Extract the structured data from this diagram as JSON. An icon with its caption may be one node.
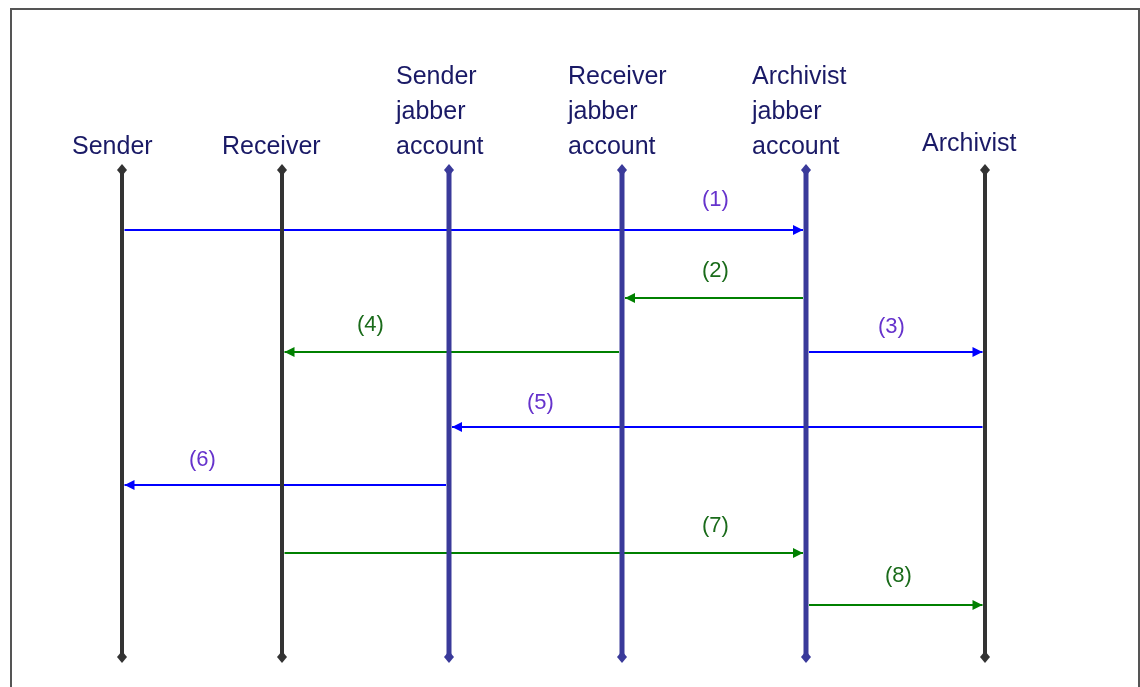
{
  "diagram": {
    "nodes": [
      {
        "text": [
          "Sender"
        ]
      },
      {
        "text": [
          "Receiver"
        ]
      },
      {
        "text": [
          "Sender jabber account"
        ]
      },
      {
        "text": [
          "Receiver jabber account"
        ]
      },
      {
        "text": [
          "Archivist jabber account"
        ]
      },
      {
        "text": [
          "Archivist"
        ]
      },
      {
        "text": [],
        "shape": "bar"
      },
      {
        "text": [],
        "shape": "bar"
      },
      {
        "text": [],
        "shape": "bar"
      },
      {
        "text": [],
        "shape": "bar"
      },
      {
        "text": [],
        "shape": "bar"
      },
      {
        "text": [],
        "shape": "bar"
      }
    ],
    "edges": [
      {
        "from": 6,
        "to": 10,
        "arrow": "to",
        "label": "(1)",
        "color": "#0000ff"
      },
      {
        "from": 10,
        "to": 9,
        "arrow": "to",
        "label": "(2)",
        "color": "#008000"
      },
      {
        "from": 10,
        "to": 11,
        "arrow": "to",
        "label": "(3)",
        "color": "#0000ff"
      },
      {
        "from": 9,
        "to": 7,
        "arrow": "to",
        "label": "(4)",
        "color": "#008000"
      },
      {
        "from": 11,
        "to": 8,
        "arrow": "to",
        "label": "(5)",
        "color": "#0000ff"
      },
      {
        "from": 8,
        "to": 6,
        "arrow": "to",
        "label": "(6)",
        "color": "#0000ff"
      },
      {
        "from": 7,
        "to": 10,
        "arrow": "to",
        "label": "(7)",
        "color": "#008000"
      },
      {
        "from": 10,
        "to": 11,
        "arrow": "to",
        "label": "(8)",
        "color": "#008000"
      }
    ]
  }
}
